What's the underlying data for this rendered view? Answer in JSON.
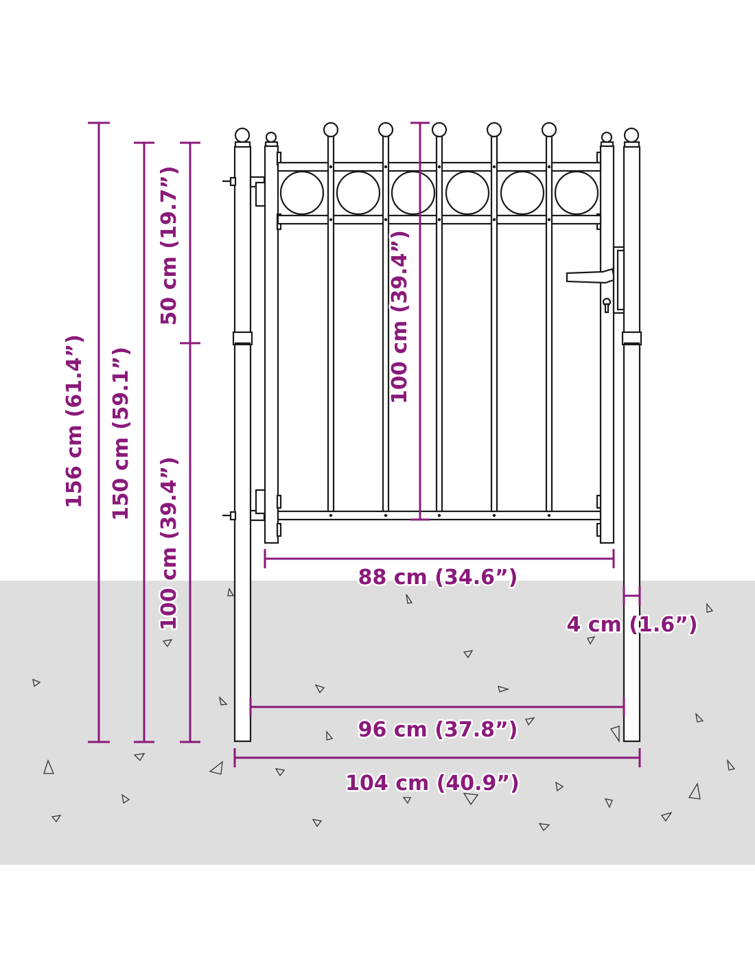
{
  "colors": {
    "dimension": "#8a1a7a",
    "ground": "#dedede",
    "outline": "#1a1a1a",
    "background": "#ffffff"
  },
  "dimensions": {
    "total_height": "156 cm (61.4”)",
    "post_height": "150 cm (59.1”)",
    "above_ground": "50 cm (19.7”)",
    "below_ground_section": "100 cm (39.4”)",
    "gate_height": "100 cm (39.4”)",
    "gate_width": "88 cm (34.6”)",
    "post_width": "4 cm (1.6”)",
    "inner_width": "96 cm (37.8”)",
    "total_width": "104 cm (40.9”)"
  }
}
